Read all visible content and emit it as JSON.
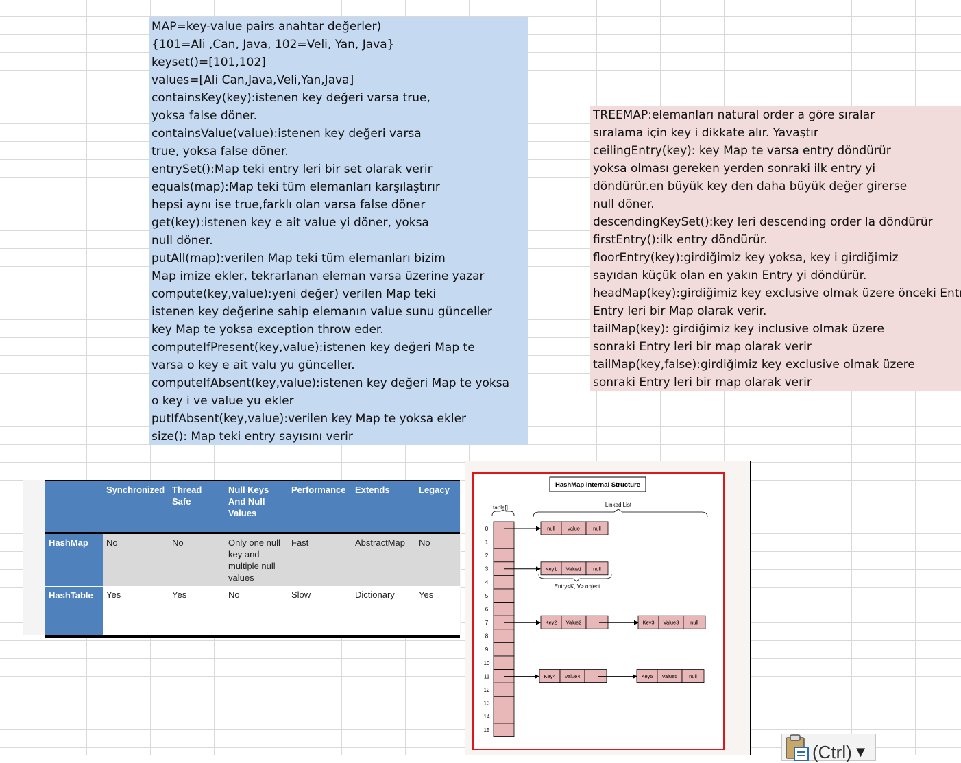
{
  "map_note": {
    "lines": [
      "MAP=key-value pairs  anahtar değerler)",
      "{101=Ali ,Can, Java, 102=Veli, Yan, Java}",
      "keyset()=[101,102]",
      "values=[Ali Can,Java,Veli,Yan,Java]",
      "containsKey(key):istenen key değeri varsa true,",
      "yoksa false döner.",
      "containsValue(value):istenen key değeri varsa",
      "true, yoksa false döner.",
      "entrySet():Map teki entry leri bir set olarak verir",
      "equals(map):Map teki tüm elemanları karşılaştırır",
      "hepsi aynı ise true,farklı olan varsa false döner",
      "get(key):istenen key e ait value yi döner, yoksa",
      "null döner.",
      "putAll(map):verilen Map teki tüm elemanları bizim",
      "Map imize ekler, tekrarlanan eleman varsa üzerine yazar",
      "compute(key,value):yeni değer)   verilen Map teki",
      "istenen key değerine sahip elemanın value sunu günceller",
      "key Map te yoksa exception throw eder.",
      "computeIfPresent(key,value):istenen key değeri Map te",
      "varsa o key e ait valu yu günceller.",
      "computeIfAbsent(key,value):istenen key değeri Map te yoksa",
      "o key i ve value yu ekler",
      "putIfAbsent(key,value):verilen key Map te yoksa ekler",
      "size(): Map teki entry sayısını verir"
    ]
  },
  "treemap_note": {
    "lines": [
      "TREEMAP:elemanları natural order a göre sıralar",
      "sıralama için key i dikkate alır. Yavaştır",
      "ceilingEntry(key): key Map te varsa entry döndürür",
      "yoksa olması gereken yerden sonraki ilk entry yi",
      "döndürür.en büyük key den daha büyük değer girerse",
      "null döner.",
      "descendingKeySet():key leri descending order la döndürür",
      "firstEntry():ilk entry döndürür.",
      "floorEntry(key):girdiğimiz key yoksa, key i girdiğimiz",
      "sayıdan küçük olan en yakın Entry yi döndürür.",
      "headMap(key):girdiğimiz key exclusive olmak üzere önceki Entry",
      "Entry leri bir Map olarak verir.",
      "tailMap(key): girdiğimiz key inclusive olmak üzere",
      "sonraki Entry leri bir map olarak verir",
      "tailMap(key,false):girdiğimiz key exclusive olmak üzere",
      "sonraki Entry leri bir map olarak verir"
    ]
  },
  "comparison_table": {
    "headers": [
      "",
      "Synchronized",
      "Thread Safe",
      "Null Keys And Null Values",
      "Performance",
      "Extends",
      "Legacy"
    ],
    "rows": [
      {
        "name": "HashMap",
        "cells": [
          "No",
          "No",
          "Only one null key and multiple null values",
          "Fast",
          "AbstractMap",
          "No"
        ]
      },
      {
        "name": "HashTable",
        "cells": [
          "Yes",
          "Yes",
          "No",
          "Slow",
          "Dictionary",
          "Yes"
        ]
      }
    ]
  },
  "diagram": {
    "title": "HashMap Internal Structure",
    "table_label": "table[]",
    "linked_list_label": "Linked List",
    "entry_label": "Entry<K, V> object",
    "indices": [
      "0",
      "1",
      "2",
      "3",
      "4",
      "5",
      "6",
      "7",
      "8",
      "9",
      "10",
      "11",
      "12",
      "13",
      "14",
      "15"
    ],
    "nodes": {
      "n0": [
        "null",
        "value",
        "null"
      ],
      "n3": [
        "Key1",
        "Value1",
        "null"
      ],
      "n7a": [
        "Key2",
        "Value2",
        ""
      ],
      "n7b": [
        "Key3",
        "Value3",
        "null"
      ],
      "n11a": [
        "Key4",
        "Value4",
        ""
      ],
      "n11b": [
        "Key5",
        "Value5",
        "null"
      ]
    },
    "colors": {
      "cell_fill": "#e8b7b7",
      "frame": "#d9191c"
    }
  },
  "paste_options": {
    "label": "(Ctrl)",
    "icon": "clipboard-icon"
  },
  "colors": {
    "blue_note": "#c5d9f1",
    "pink_note": "#f2dcdb",
    "table_header": "#4f81bd"
  }
}
